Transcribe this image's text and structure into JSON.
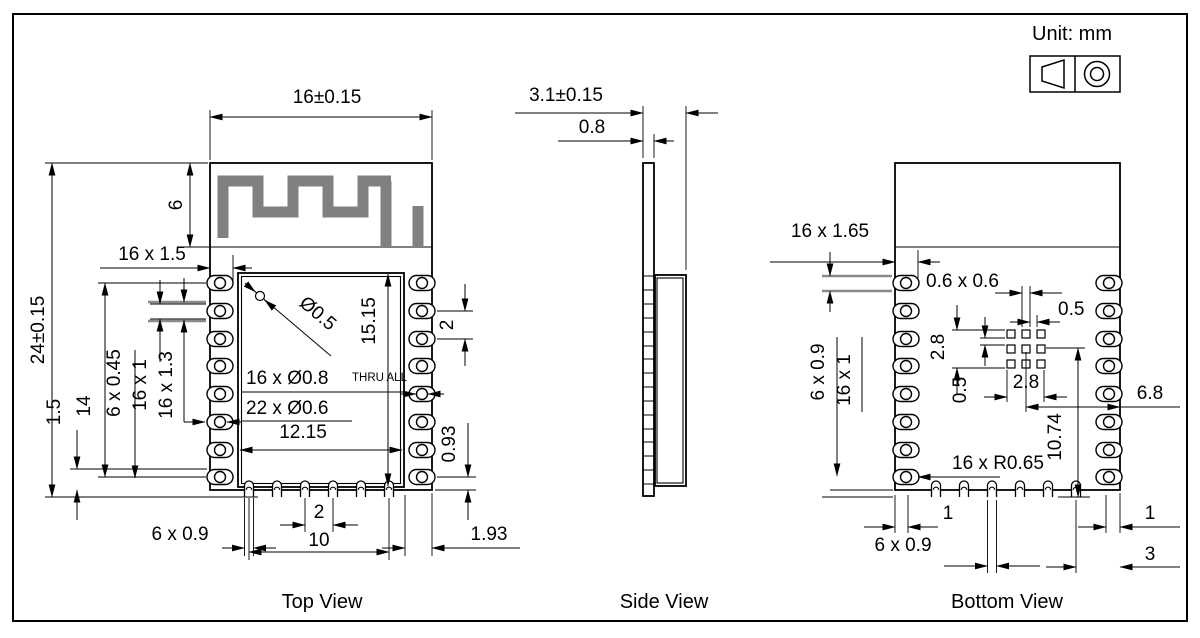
{
  "unit": {
    "label": "Unit: mm"
  },
  "colors": {
    "line": "#000000",
    "antenna": "#808080"
  },
  "top_view": {
    "title": "Top View",
    "dim_width": "16±0.15",
    "dim_height": "24±0.15",
    "dim_antenna": "6",
    "dim_pad_len": "16 x 1.5",
    "dim_edge_gap": "1.5",
    "dim_pad_span": "14",
    "dim_bottom_pads": "6 x 0.45",
    "dim_pad_width": "16 x 1",
    "dim_pad_outer": "16 x 1.3",
    "dim_hole": "Ø0.5",
    "dim_shield_h": "15.15",
    "dim_pitch": "2",
    "dim_thru_holes": "16 x Ø0.8",
    "thru_note": "THRU ALL",
    "dim_vias": "22 x Ø0.6",
    "dim_shield_w": "12.15",
    "dim_last_pad": "0.93",
    "dim_notch_pitch": "2",
    "dim_notch_span": "10",
    "dim_notch_w": "6 x 0.9",
    "dim_corner": "1.93"
  },
  "side_view": {
    "title": "Side View",
    "dim_total": "3.1±0.15",
    "dim_pcb": "0.8"
  },
  "bottom_view": {
    "title": "Bottom View",
    "dim_pad_len": "16 x 1.65",
    "dim_via_size": "0.6 x 0.6",
    "dim_via_gap": "0.5",
    "dim_grid_h": "2.8",
    "dim_row_gap": "0.5",
    "dim_grid_w": "2.8",
    "dim_notch_w_side": "6 x 0.9",
    "dim_pad_width": "16 x 1",
    "dim_center_offset": "6.8",
    "dim_grid_bottom": "10.74",
    "dim_pad_radius": "16 x R0.65",
    "dim_left_pad": "1",
    "dim_notch_w": "6 x 0.9",
    "dim_right_pad": "1",
    "dim_notch_edge": "3"
  }
}
